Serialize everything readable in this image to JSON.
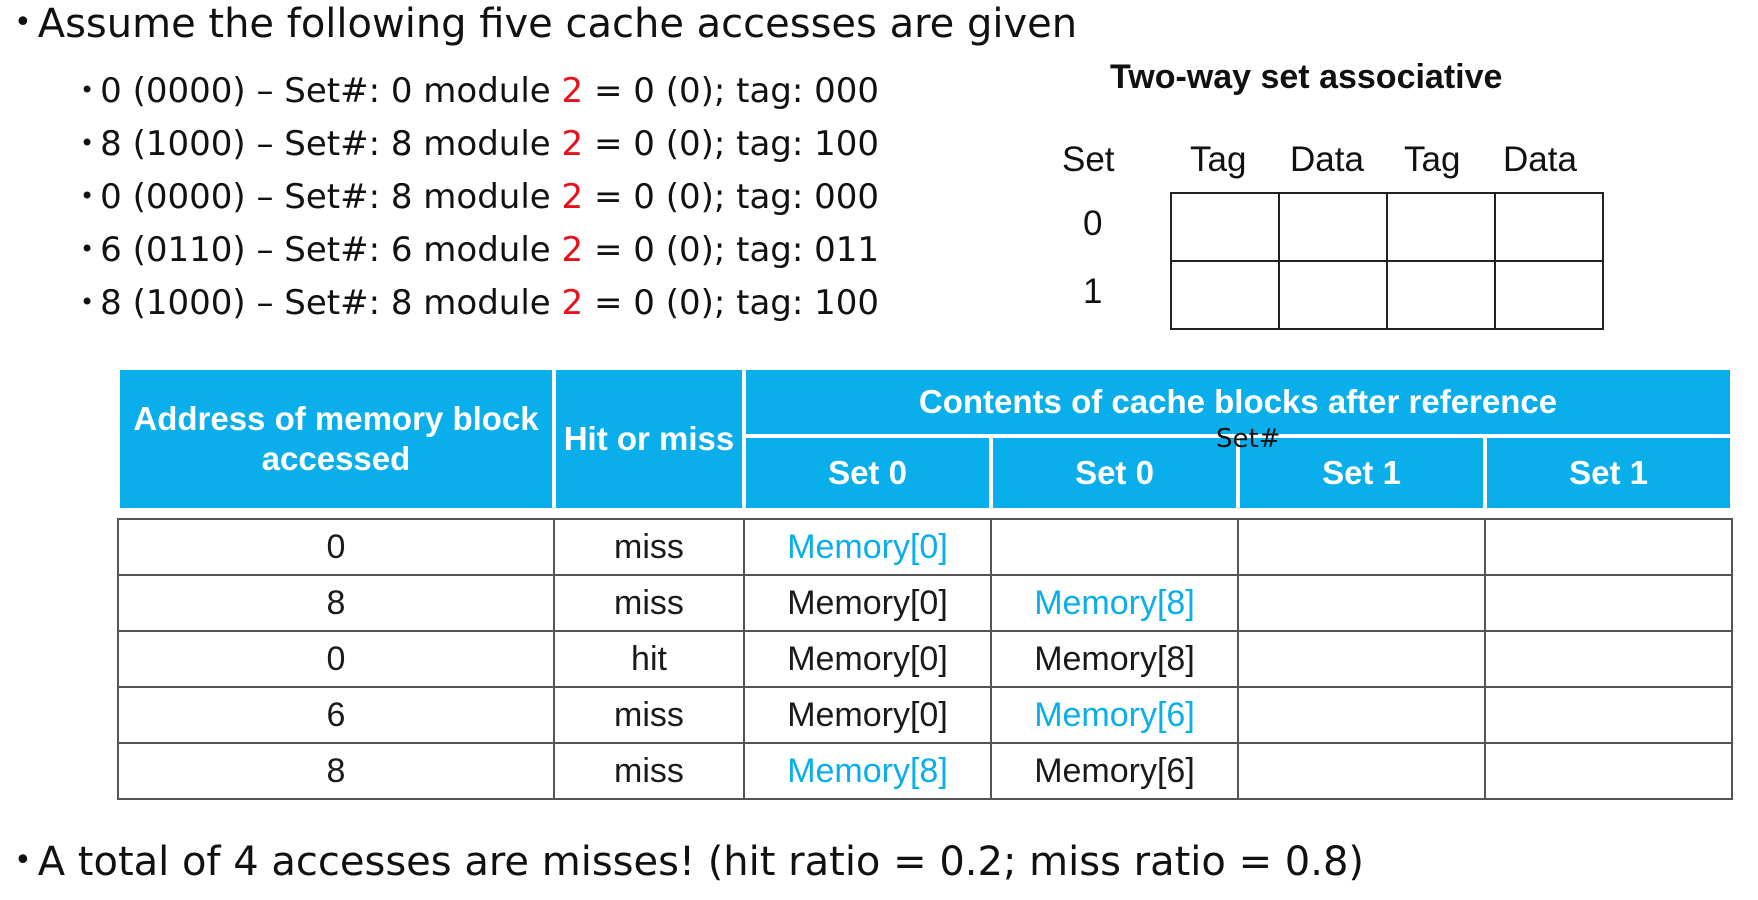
{
  "intro": {
    "bullet": "•",
    "text": "Assume the following five cache accesses are given"
  },
  "accesses": [
    {
      "prefix": "0 (0000) – Set#: 0 module ",
      "ways": "2",
      "suffix": " = 0 (0); tag: 000"
    },
    {
      "prefix": "8 (1000) – Set#: 8 module ",
      "ways": "2",
      "suffix": " = 0 (0); tag: 100"
    },
    {
      "prefix": "0 (0000) – Set#: 8 module ",
      "ways": "2",
      "suffix": " = 0 (0); tag: 000"
    },
    {
      "prefix": "6 (0110) – Set#: 6 module ",
      "ways": "2",
      "suffix": " = 0 (0); tag: 011"
    },
    {
      "prefix": "8 (1000) – Set#: 8 module ",
      "ways": "2",
      "suffix": " = 0 (0); tag: 100"
    }
  ],
  "colors": {
    "header_bg": "#0aaeea",
    "new_block": "#0aaeea",
    "module_number": "#e8101a"
  },
  "diagram": {
    "title": "Two-way set associative",
    "headers": [
      "Set",
      "Tag",
      "Data",
      "Tag",
      "Data"
    ],
    "sets": [
      "0",
      "1"
    ]
  },
  "table": {
    "address_header": "Address of memory block accessed",
    "hit_header": "Hit or miss",
    "contents_header": "Contents of cache blocks after reference",
    "set_headers": [
      "Set 0",
      "Set 0",
      "Set 1",
      "Set 1"
    ],
    "overlay_label": "Set#",
    "rows": [
      {
        "address": "0",
        "result": "miss",
        "cells": [
          "Memory[0]",
          "",
          "",
          ""
        ],
        "new_index": 0
      },
      {
        "address": "8",
        "result": "miss",
        "cells": [
          "Memory[0]",
          "Memory[8]",
          "",
          ""
        ],
        "new_index": 1
      },
      {
        "address": "0",
        "result": "hit",
        "cells": [
          "Memory[0]",
          "Memory[8]",
          "",
          ""
        ],
        "new_index": -1
      },
      {
        "address": "6",
        "result": "miss",
        "cells": [
          "Memory[0]",
          "Memory[6]",
          "",
          ""
        ],
        "new_index": 1
      },
      {
        "address": "8",
        "result": "miss",
        "cells": [
          "Memory[8]",
          "Memory[6]",
          "",
          ""
        ],
        "new_index": 0
      }
    ]
  },
  "summary": {
    "bullet": "•",
    "text": "A total of 4 accesses are misses! (hit ratio = 0.2; miss ratio = 0.8)"
  }
}
